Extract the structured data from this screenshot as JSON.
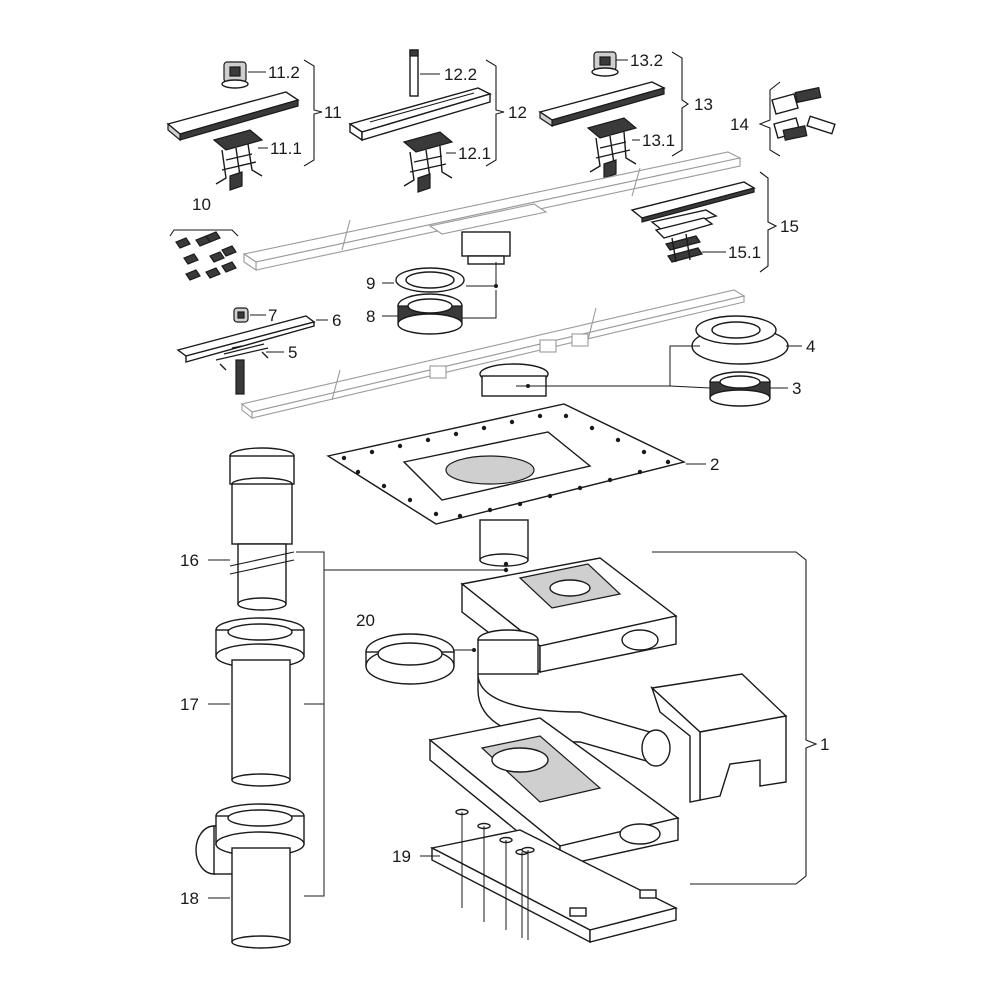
{
  "labels": {
    "p1": "1",
    "p2": "2",
    "p3": "3",
    "p4": "4",
    "p5": "5",
    "p6": "6",
    "p7": "7",
    "p8": "8",
    "p9": "9",
    "p10": "10",
    "p11": "11",
    "p11_1": "11.1",
    "p11_2": "11.2",
    "p12": "12",
    "p12_1": "12.1",
    "p12_2": "12.2",
    "p13": "13",
    "p13_1": "13.1",
    "p13_2": "13.2",
    "p14": "14",
    "p15": "15",
    "p15_1": "15.1",
    "p16": "16",
    "p17": "17",
    "p18": "18",
    "p19": "19",
    "p20": "20"
  }
}
